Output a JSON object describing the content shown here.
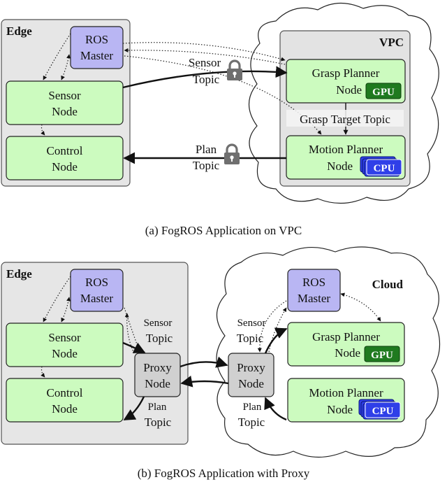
{
  "panel_a": {
    "edge_label": "Edge",
    "vpc_label": "VPC",
    "ros_master": [
      "ROS",
      "Master"
    ],
    "sensor_node": [
      "Sensor",
      "Node"
    ],
    "control_node": [
      "Control",
      "Node"
    ],
    "grasp_planner": [
      "Grasp Planner",
      "Node"
    ],
    "motion_planner": [
      "Motion Planner",
      "Node"
    ],
    "gpu_badge": "GPU",
    "cpu_badge": "CPU",
    "sensor_topic": [
      "Sensor",
      "Topic"
    ],
    "plan_topic": [
      "Plan",
      "Topic"
    ],
    "grasp_target_topic": "Grasp Target Topic",
    "caption": "(a) FogROS Application on VPC"
  },
  "panel_b": {
    "edge_label": "Edge",
    "cloud_label": "Cloud",
    "ros_master_edge": [
      "ROS",
      "Master"
    ],
    "ros_master_cloud": [
      "ROS",
      "Master"
    ],
    "sensor_node": [
      "Sensor",
      "Node"
    ],
    "control_node": [
      "Control",
      "Node"
    ],
    "proxy_edge": [
      "Proxy",
      "Node"
    ],
    "proxy_cloud": [
      "Proxy",
      "Node"
    ],
    "grasp_planner": [
      "Grasp Planner",
      "Node"
    ],
    "motion_planner": [
      "Motion Planner",
      "Node"
    ],
    "gpu_badge": "GPU",
    "cpu_badge": "CPU",
    "sensor_topic_edge": [
      "Sensor",
      "Topic"
    ],
    "plan_topic_edge": [
      "Plan",
      "Topic"
    ],
    "sensor_topic_cloud": [
      "Sensor",
      "Topic"
    ],
    "plan_topic_cloud": [
      "Plan",
      "Topic"
    ],
    "caption": "(b) FogROS Application with Proxy"
  },
  "colors": {
    "node_green": "#ccfbbf",
    "ros_master_purple": "#b9b6f3",
    "proxy_gray": "#d0d0d0",
    "edge_gray": "#e6e6e6",
    "vpc_gray": "#e3e3e3",
    "gpu_green": "#1f7a1f",
    "cpu_blue": "#2f3fe8",
    "lock_gray": "#6f6f6f"
  },
  "icons": [
    "lock-icon",
    "gpu-badge",
    "cpu-stack-badge",
    "cloud-shape"
  ]
}
